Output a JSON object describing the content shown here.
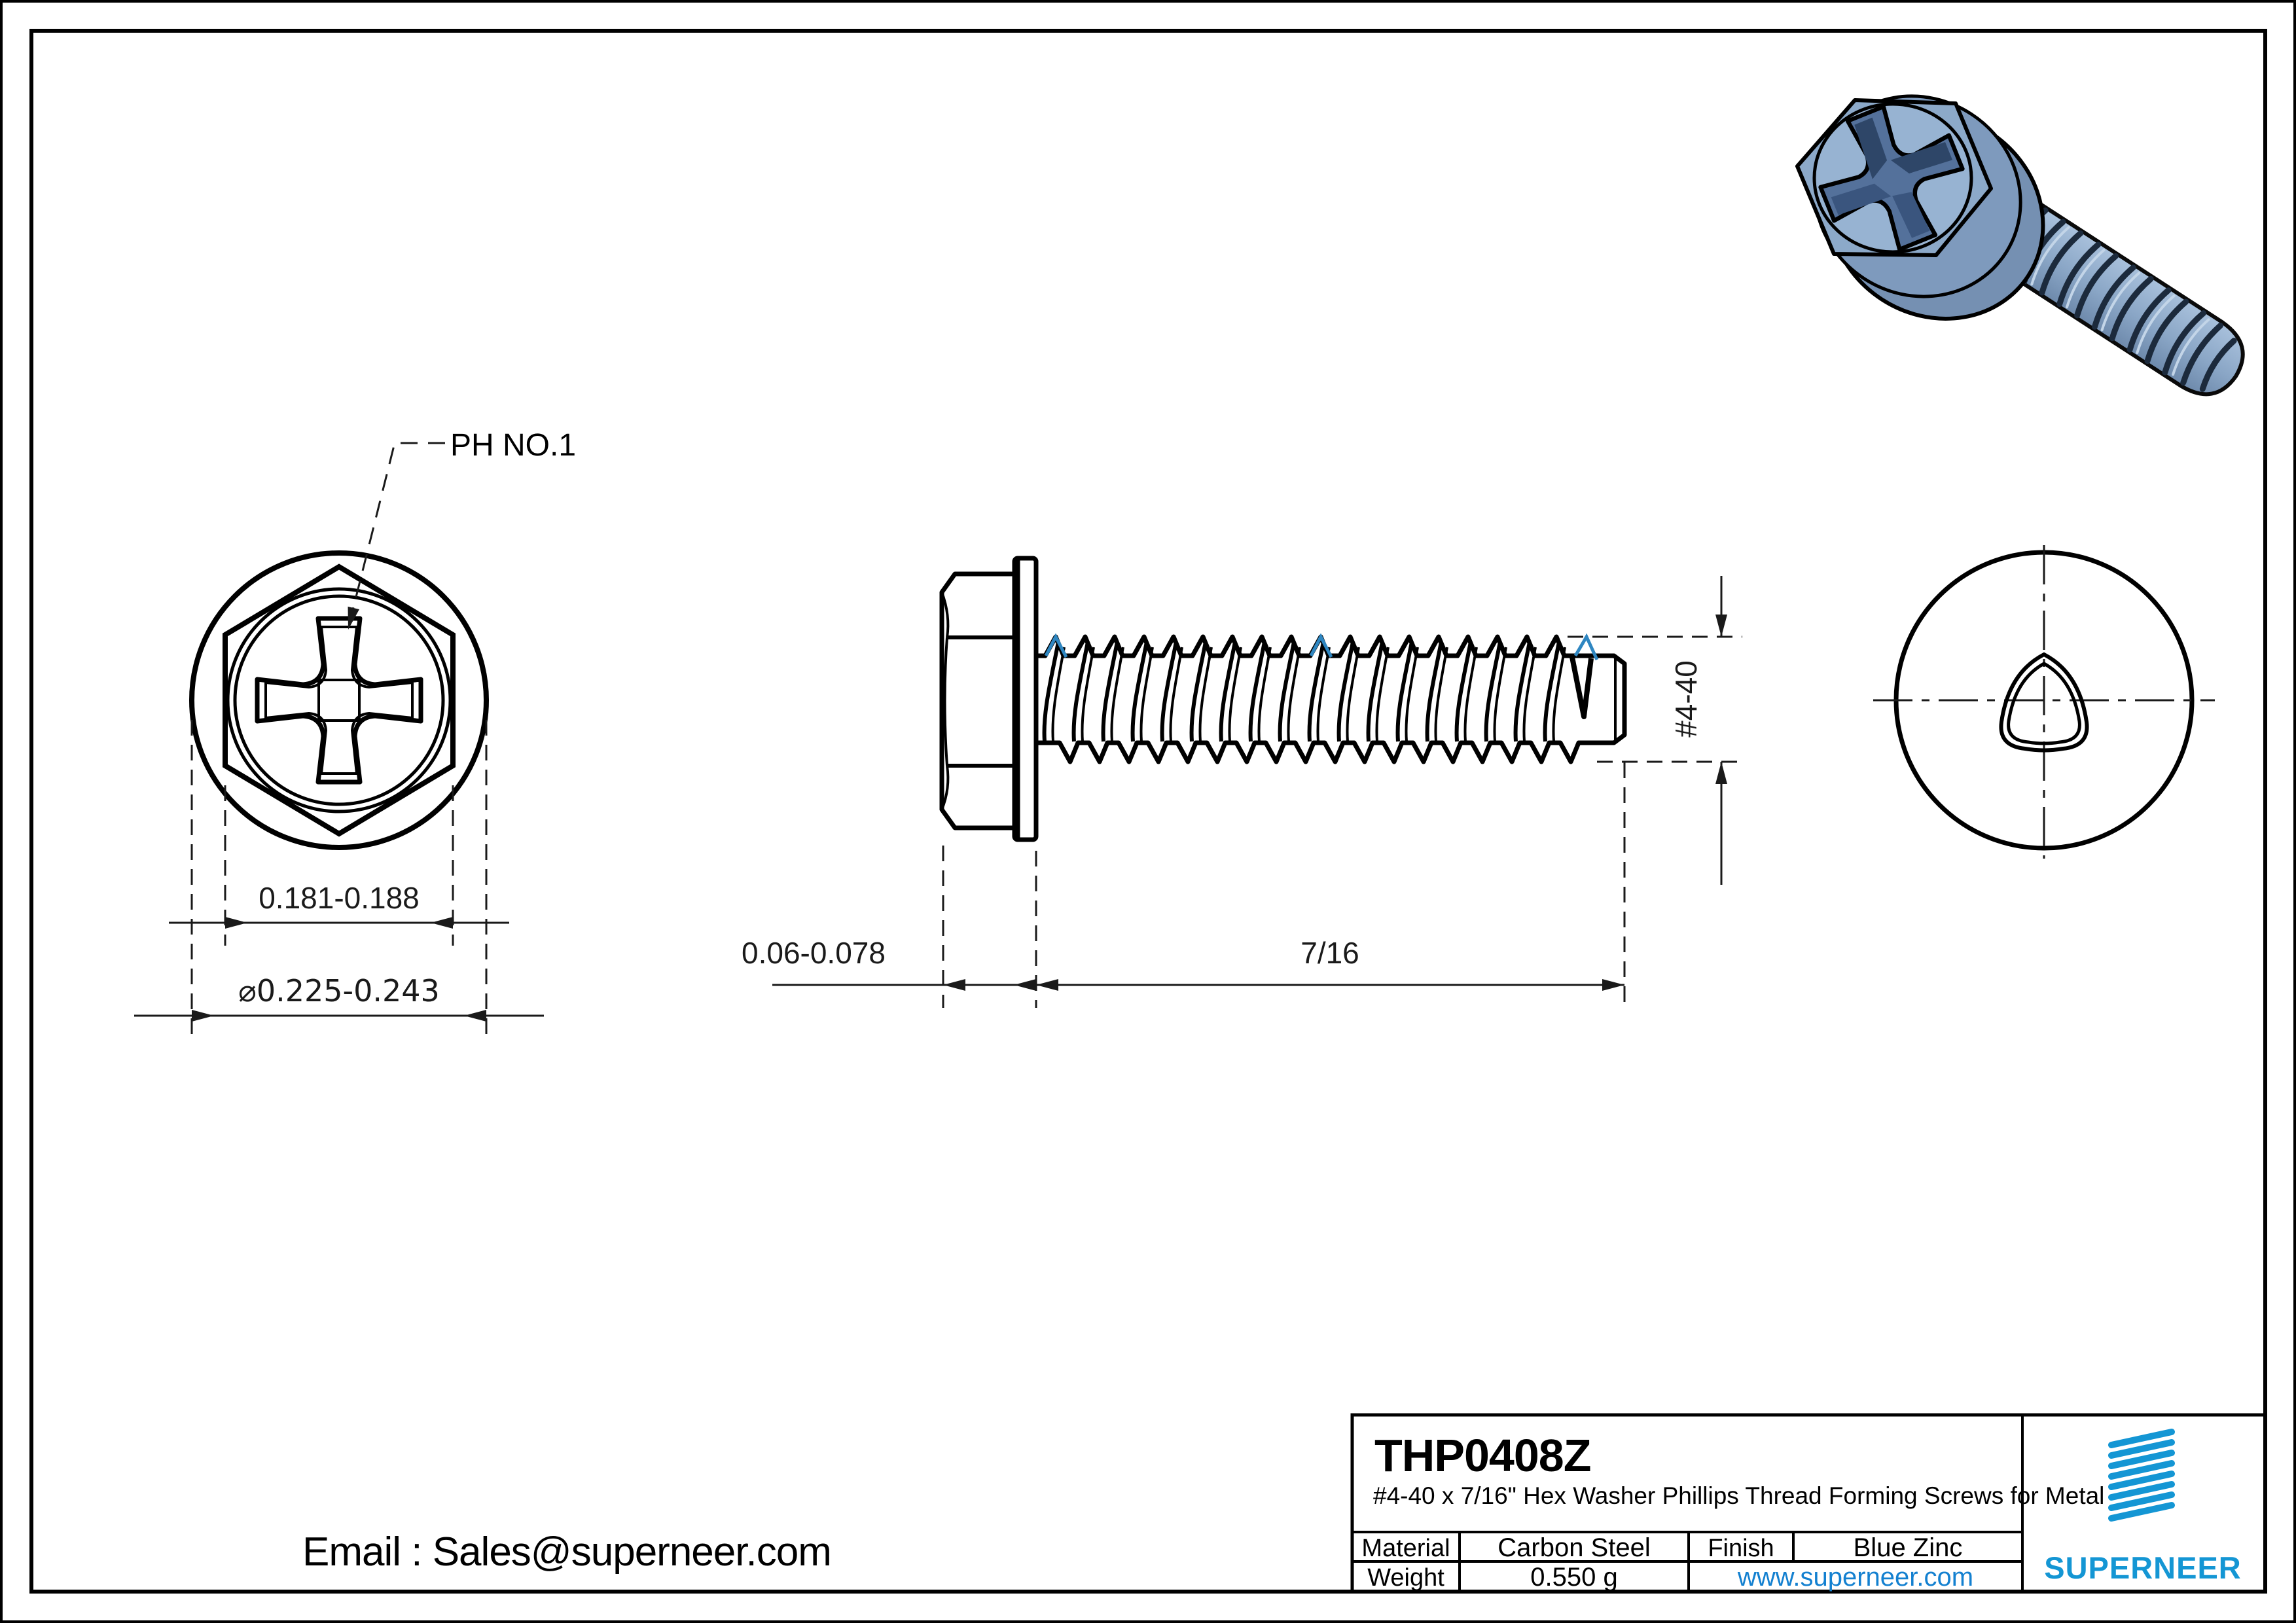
{
  "document": {
    "part_number": "THP0408Z",
    "description": "#4-40 x 7/16\" Hex Washer Phillips Thread Forming Screws for Metal"
  },
  "title_block": {
    "material_label": "Material",
    "material_value": "Carbon Steel",
    "finish_label": "Finish",
    "finish_value": "Blue Zinc",
    "weight_label": "Weight",
    "weight_value": "0.550 g",
    "website": "www.superneer.com",
    "brand": "SUPERNEER"
  },
  "contact": {
    "email_line": "Email : Sales@superneer.com"
  },
  "dimensions": {
    "drive_label": "PH NO.1",
    "hex_across_flats": "0.181-0.188",
    "washer_diameter": "⌀0.225-0.243",
    "head_height": "0.06-0.078",
    "thread_length": "7/16",
    "thread_size": "#4-40"
  },
  "colors": {
    "accent_blue": "#1496d4",
    "link_blue": "#1380d0",
    "thread_mark_blue": "#2e86c1",
    "steel_light": "#97b3d2",
    "steel_mid": "#7e9abd",
    "steel_dark": "#54719b"
  }
}
